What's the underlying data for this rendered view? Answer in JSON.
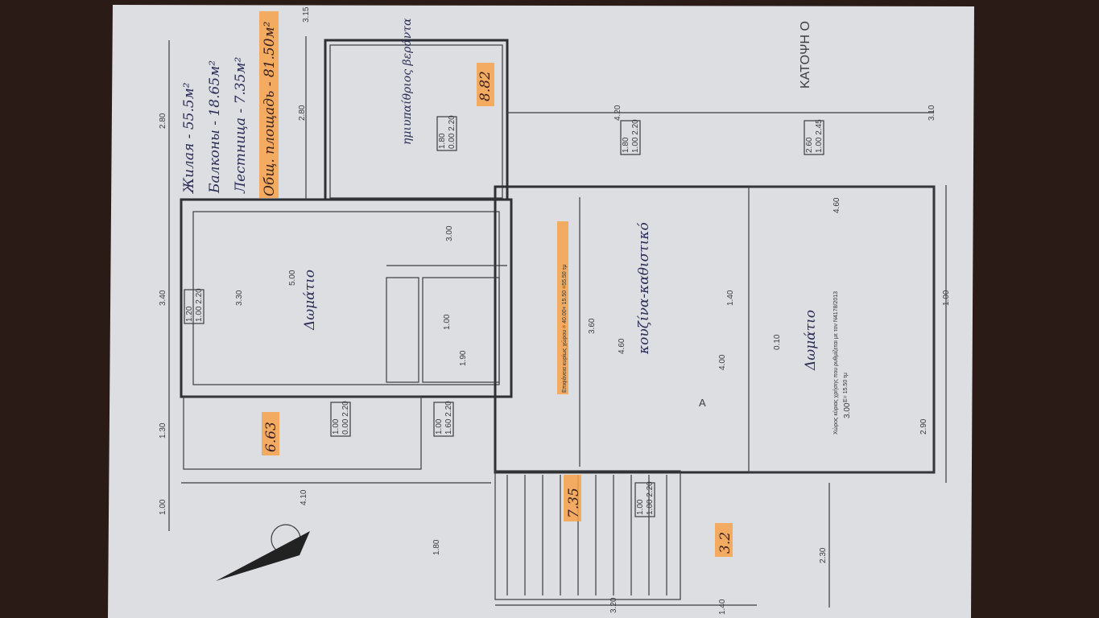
{
  "title": "ΚΑΤΟΨΗ Ο",
  "areas": {
    "living": "Жилая - 55.5м²",
    "balconies": "Балконы - 18.65м²",
    "stairs": "Лестница - 7.35м²",
    "total": "Общ. площадь - 81.50м²"
  },
  "highlights": [
    "8.82",
    "6.63",
    "7.35",
    "3.2"
  ],
  "rooms": {
    "bedroom": "Δωμάτιο",
    "kitchen": "κουζίνα-καθιστικό",
    "veranda": "ημιυπαίθριος βεράντα",
    "extra_room": "Δωμάτιο"
  },
  "notes": {
    "main_area": "Επιφάνεια κυρίως χώρου = 40.00+ 15.50 =55.50 τμ",
    "regulated_1": "Χώρος κύριας χρήσης που ρυθμίζεται με τον Ν4178/2013",
    "regulated_2": "E= 15.50 τμ",
    "section_a": "A"
  },
  "dimensions": [
    "2.80",
    "3.15",
    "2.80",
    "4.20",
    "3.10",
    "3.40",
    "1.30",
    "1.00",
    "4.10",
    "1.80",
    "3.20",
    "1.40",
    "2.30",
    "5.00",
    "3.30",
    "3.00",
    "1.00",
    "1.90",
    "1.40",
    "3.60",
    "4.60",
    "4.00",
    "0.10",
    "4.60",
    "3.00",
    "2.90",
    "1.00"
  ],
  "window_tags": [
    {
      "w": "1.80",
      "h": "0.00 2.20"
    },
    {
      "w": "1.80",
      "h": "1.00 2.20"
    },
    {
      "w": "2.60",
      "h": "1.00 2.45"
    },
    {
      "w": "1.20",
      "h": "1.00 2.20"
    },
    {
      "w": "1.00",
      "h": "0.00 2.20"
    },
    {
      "w": "1.00",
      "h": "1.60 2.20"
    },
    {
      "w": "1.00",
      "h": "1.00 2.20"
    }
  ]
}
